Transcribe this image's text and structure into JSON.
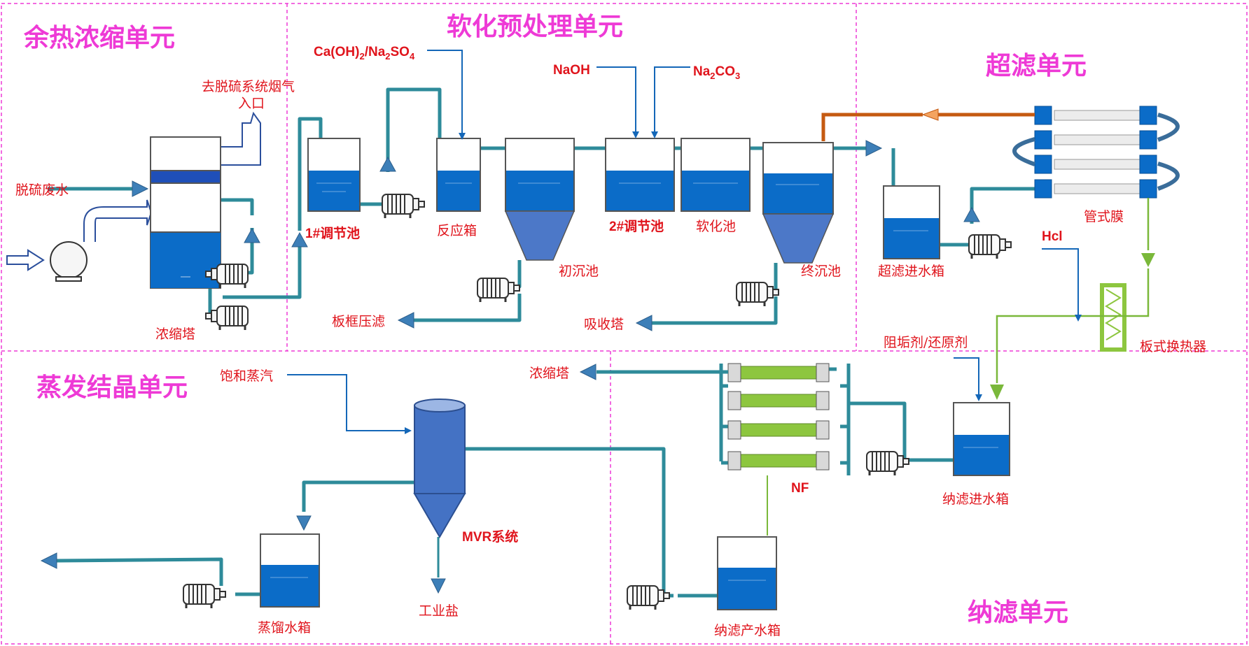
{
  "units": {
    "waste_heat": "余热浓缩单元",
    "softening": "软化预处理单元",
    "ultrafiltration": "超滤单元",
    "evaporation": "蒸发结晶单元",
    "nanofiltration": "纳滤单元"
  },
  "labels": {
    "flue_gas_1": "去脱硫系统烟气",
    "flue_gas_2": "入口",
    "desulf_wastewater": "脱硫废水",
    "concentration_tower": "浓缩塔",
    "tank_1": "1#调节池",
    "reaction_tank": "反应箱",
    "primary_settling": "初沉池",
    "tank_2": "2#调节池",
    "softening_tank": "软化池",
    "final_settling": "终沉池",
    "plate_filter": "板框压滤",
    "absorption_tower": "吸收塔",
    "uf_inlet_tank": "超滤进水箱",
    "tubular_membrane": "管式膜",
    "hcl": "Hcl",
    "plate_exchanger": "板式换热器",
    "antiscalant": "阻垢剂/还原剂",
    "nf_inlet_tank": "纳滤进水箱",
    "conc_tower_2": "浓缩塔",
    "nf": "NF",
    "nf_product_tank": "纳滤产水箱",
    "saturated_steam": "饱和蒸汽",
    "mvr": "MVR系统",
    "industrial_salt": "工业盐",
    "distilled_tank": "蒸馏水箱"
  },
  "chemicals": {
    "caoh_a": "Ca(OH)",
    "caoh_sub": "2",
    "caoh_b": "/Na",
    "caoh_sub2": "2",
    "caoh_c": "SO",
    "caoh_sub3": "4",
    "naoh": "NaOH",
    "na2co3_a": "Na",
    "na2co3_sub": "2",
    "na2co3_b": "CO",
    "na2co3_sub2": "3"
  },
  "colors": {
    "unit_title": "#ee3ad6",
    "label": "#e0141c",
    "pipe": "#2e8b9a",
    "tank_water": "#0b6cc8",
    "frame": "#ee3ad6"
  }
}
